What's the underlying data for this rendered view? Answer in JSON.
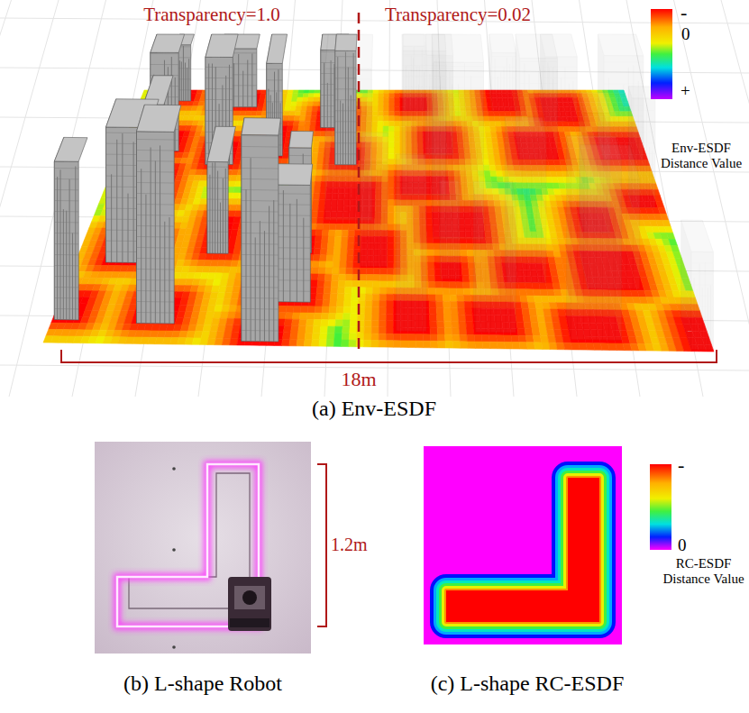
{
  "diagram": {
    "labels": [
      "Transparency=1.0",
      "Transparency=0.02",
      "-",
      "0",
      "+",
      "Env-ESDF Distance Value",
      "18m",
      "(a) Env-ESDF",
      "1.2m",
      "(b) L-shape Robot",
      "(c) L-shape RC-ESDF",
      "-",
      "0",
      "RC-ESDF Distance Value"
    ]
  }
}
